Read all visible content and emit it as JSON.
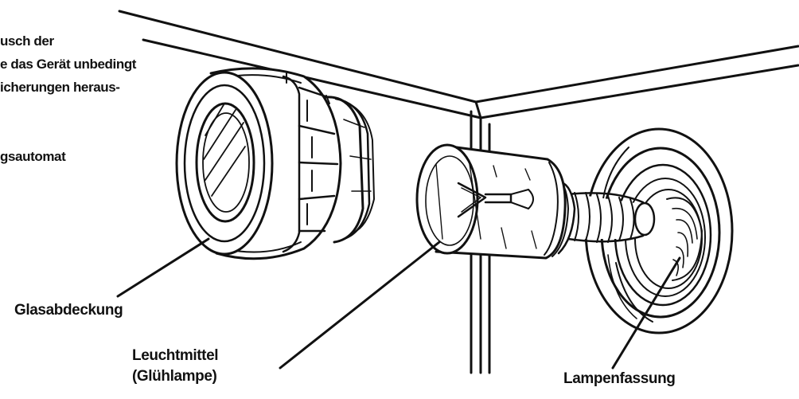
{
  "instruction_lines": [
    "usch der",
    "e das Gerät unbedingt",
    "icherungen heraus-",
    "",
    "gsautomat"
  ],
  "labels": {
    "glass_cover": "Glasabdeckung",
    "bulb_line1": "Leuchtmittel",
    "bulb_line2": "(Glühlampe)",
    "socket": "Lampenfassung"
  },
  "colors": {
    "ink": "#111111",
    "paper": "#ffffff"
  }
}
